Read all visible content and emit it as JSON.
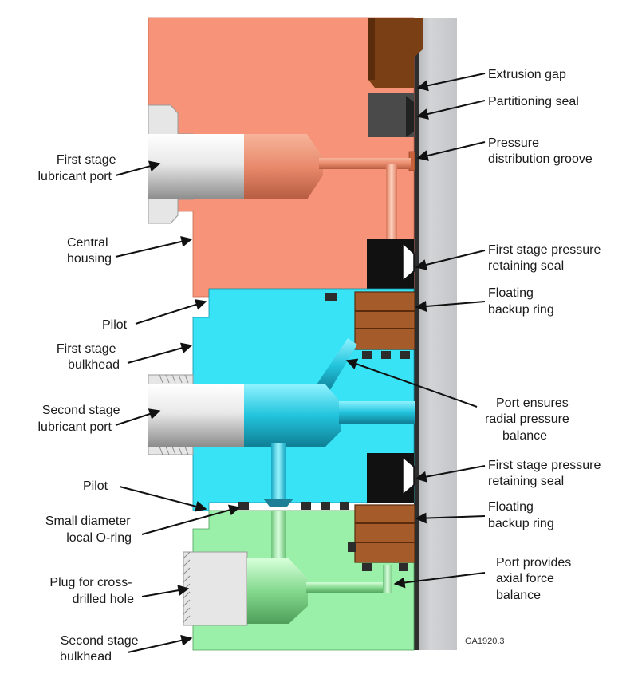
{
  "colors": {
    "central_housing": "#f79378",
    "first_bulkhead": "#37e3f5",
    "second_bulkhead": "#9af0a8",
    "wall": "#c9cbce",
    "wall_dark": "#2e2e2e",
    "top_ring": "#7a3f14",
    "backup_ring": "#a65c2a",
    "seal_black": "#111111",
    "seal_gray": "#4a4a4a",
    "pipe_gray": "#e8e8e8",
    "leader": "#111111"
  },
  "labels": {
    "extrusion_gap": "Extrusion gap",
    "partitioning_seal": "Partitioning seal",
    "pressure_distribution_groove": [
      "Pressure",
      "distribution groove"
    ],
    "first_stage_lubricant_port": [
      "First stage",
      "lubricant port"
    ],
    "central_housing": [
      "Central",
      "housing"
    ],
    "first_stage_pressure_retaining_seal_1": [
      "First stage pressure",
      "retaining seal"
    ],
    "floating_backup_ring_1": [
      "Floating",
      "backup ring"
    ],
    "pilot_1": "Pilot",
    "first_stage_bulkhead": [
      "First stage",
      "bulkhead"
    ],
    "port_ensures_radial_pressure_balance": [
      "Port ensures",
      "radial pressure",
      "balance"
    ],
    "second_stage_lubricant_port": [
      "Second stage",
      "lubricant port"
    ],
    "first_stage_pressure_retaining_seal_2": [
      "First stage pressure",
      "retaining seal"
    ],
    "pilot_2": "Pilot",
    "floating_backup_ring_2": [
      "Floating",
      "backup ring"
    ],
    "small_diameter_local_o_ring": [
      "Small diameter",
      "local O-ring"
    ],
    "port_provides_axial_force_balance": [
      "Port provides",
      "axial force",
      "balance"
    ],
    "plug_for_cross_drilled_hole": [
      "Plug for cross-",
      "drilled hole"
    ],
    "second_stage_bulkhead": [
      "Second stage",
      "bulkhead"
    ]
  },
  "figure_code": "GA1920.3"
}
